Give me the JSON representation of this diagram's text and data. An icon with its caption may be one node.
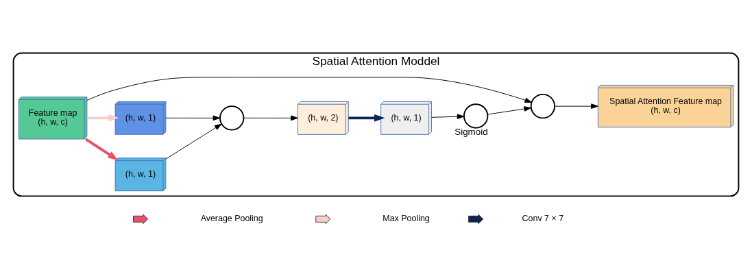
{
  "diagram": {
    "nodes": [
      {
        "text": [
          "Spatial Attention Moddel"
        ]
      },
      {
        "text": [
          "Feature map",
          "(h, w, c)"
        ],
        "in": 0
      },
      {
        "text": [
          "(h, w, 1)"
        ],
        "in": 0
      },
      {
        "text": [
          "(h, w, 1)"
        ],
        "in": 0
      },
      {
        "text": [],
        "shape": "circle",
        "in": 0
      },
      {
        "text": [
          "(h, w, 2)"
        ],
        "in": 0
      },
      {
        "text": [
          "(h, w, 1)"
        ],
        "in": 0
      },
      {
        "text": [],
        "shape": "circle",
        "beside": [
          "Sigmoid"
        ],
        "in": 0
      },
      {
        "text": [],
        "shape": "circle",
        "in": 0
      },
      {
        "text": [
          "Spatial Attention Feature map",
          "(h, w, c)"
        ],
        "in": 0
      }
    ],
    "edges": [
      {
        "from": 1,
        "to": 2,
        "arrow": "to",
        "style": "thick",
        "color": "#e8506a"
      },
      {
        "from": 1,
        "to": 3,
        "arrow": "to",
        "style": "thick",
        "color": "#f6cfc6"
      },
      {
        "from": 2,
        "to": 4,
        "arrow": "to"
      },
      {
        "from": 3,
        "to": 4,
        "arrow": "to"
      },
      {
        "from": 4,
        "to": 5,
        "arrow": "to"
      },
      {
        "from": 5,
        "to": 6,
        "arrow": "to",
        "style": "thick",
        "color": "#0d2458"
      },
      {
        "from": 6,
        "to": 7,
        "arrow": "to"
      },
      {
        "from": 7,
        "to": 8,
        "arrow": "to"
      },
      {
        "from": 8,
        "to": 9,
        "arrow": "to"
      },
      {
        "from": 1,
        "to": 8,
        "arrow": "to"
      }
    ],
    "legend": [
      {
        "text": "Average Pooling"
      },
      {
        "text": "Max Pooling"
      },
      {
        "text": "Conv 7 × 7"
      }
    ]
  }
}
